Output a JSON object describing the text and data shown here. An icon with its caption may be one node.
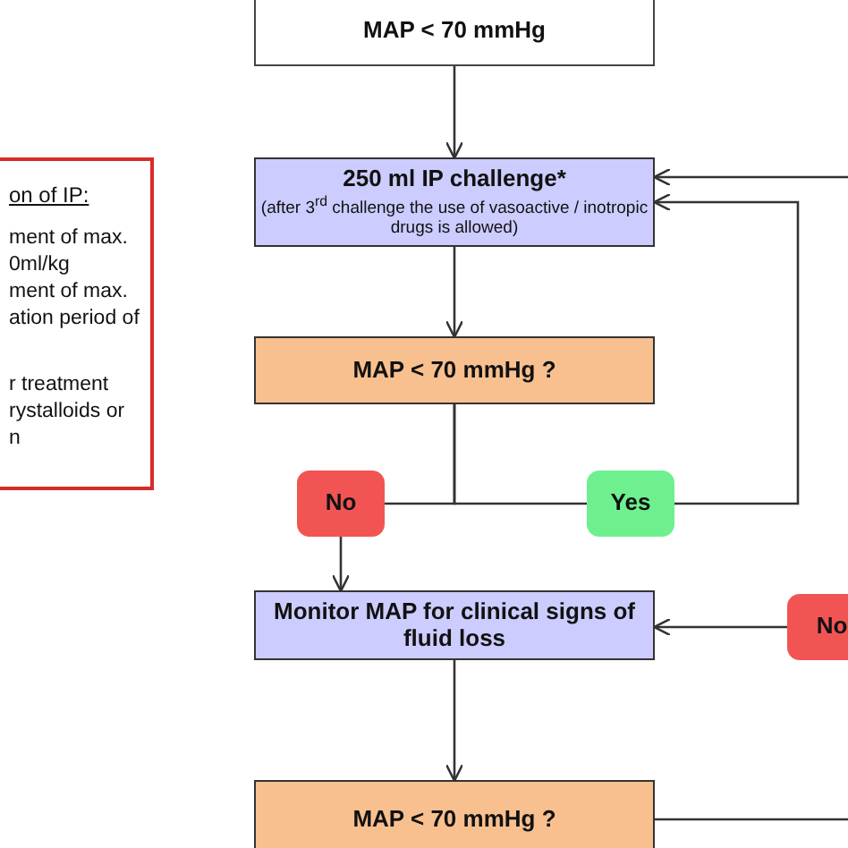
{
  "diagram": {
    "nodes": [
      {
        "text": [
          "on of IP:",
          "ment of max.",
          "0ml/kg",
          "ment of max.",
          "ation period of",
          "r treatment",
          "rystalloids or",
          "n"
        ]
      },
      {
        "text": [
          "MAP < 70 mmHg"
        ]
      },
      {
        "text": [
          "250 ml IP challenge*",
          "(after 3$^{rd}$ challenge the use of vasoactive / inotropic drugs is allowed)"
        ]
      },
      {
        "text": [
          "MAP < 70 mmHg ?"
        ]
      },
      {
        "text": [
          "No"
        ]
      },
      {
        "text": [
          "Yes"
        ]
      },
      {
        "text": [
          "Monitor MAP for clinical signs of fluid loss"
        ]
      },
      {
        "text": [
          "No"
        ]
      },
      {
        "text": [
          "MAP < 70 mmHg ?"
        ]
      }
    ],
    "edges": [
      {
        "from": 1,
        "to": 2,
        "arrow": "to"
      },
      {
        "from": 2,
        "to": 3,
        "arrow": "to"
      },
      {
        "from": 3,
        "to": 4,
        "arrow": "none"
      },
      {
        "from": 3,
        "to": 5,
        "arrow": "none"
      },
      {
        "from": 5,
        "to": 2,
        "arrow": "to"
      },
      {
        "from": null,
        "to": 2,
        "arrow": "to"
      },
      {
        "from": 4,
        "to": 6,
        "arrow": "to"
      },
      {
        "from": 7,
        "to": 6,
        "arrow": "to"
      },
      {
        "from": 6,
        "to": 8,
        "arrow": "to"
      },
      {
        "from": 8,
        "to": null,
        "arrow": "none"
      }
    ]
  }
}
